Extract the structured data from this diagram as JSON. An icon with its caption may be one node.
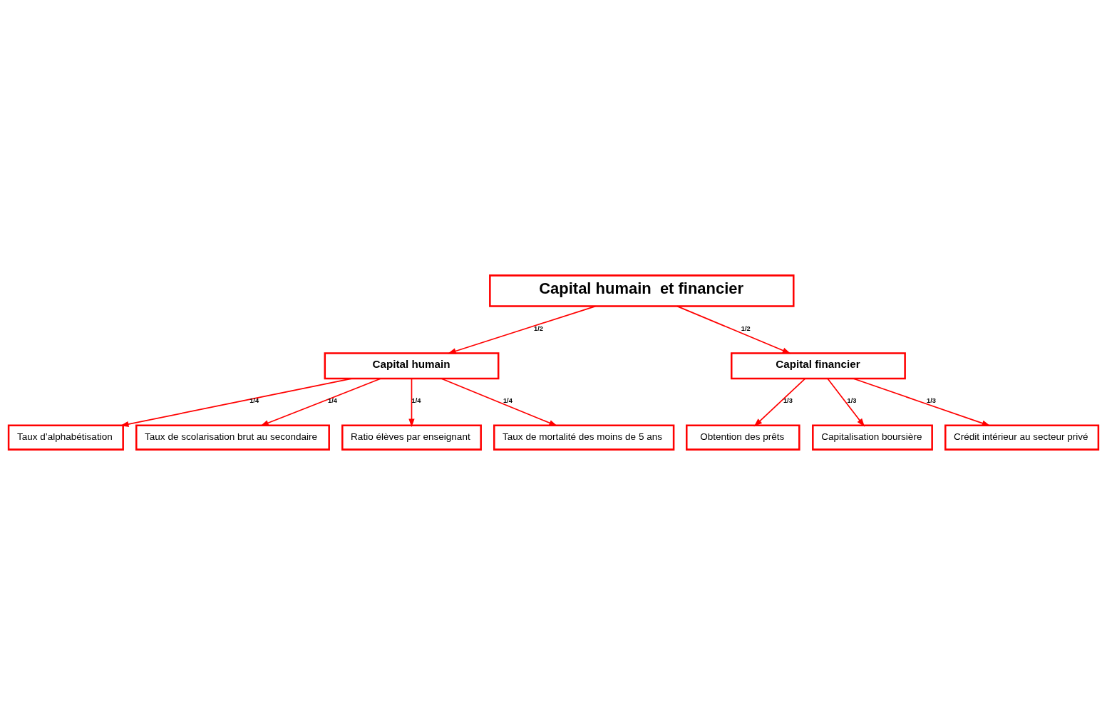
{
  "diagram": {
    "nodes": [
      {
        "text": [
          "Capital humain  et financier"
        ]
      },
      {
        "text": [
          "Capital humain"
        ]
      },
      {
        "text": [
          "Capital financier"
        ]
      },
      {
        "text": [
          "Taux d’alphabétisation"
        ]
      },
      {
        "text": [
          "Taux de scolarisation brut au secondaire"
        ]
      },
      {
        "text": [
          "Ratio élèves par enseignant"
        ]
      },
      {
        "text": [
          "Taux de mortalité des moins de 5 ans"
        ]
      },
      {
        "text": [
          "Obtention des prêts"
        ]
      },
      {
        "text": [
          "Capitalisation boursière"
        ]
      },
      {
        "text": [
          "Crédit intérieur au secteur privé"
        ]
      }
    ],
    "edges": [
      {
        "from": 0,
        "to": 1,
        "arrow": "to",
        "label": "1/2"
      },
      {
        "from": 0,
        "to": 2,
        "arrow": "to",
        "label": "1/2"
      },
      {
        "from": 1,
        "to": 3,
        "arrow": "to",
        "label": "1/4"
      },
      {
        "from": 1,
        "to": 4,
        "arrow": "to",
        "label": "1/4"
      },
      {
        "from": 1,
        "to": 5,
        "arrow": "to",
        "label": "1/4"
      },
      {
        "from": 1,
        "to": 6,
        "arrow": "to",
        "label": "1/4"
      },
      {
        "from": 2,
        "to": 7,
        "arrow": "to",
        "label": "1/3"
      },
      {
        "from": 2,
        "to": 8,
        "arrow": "to",
        "label": "1/3"
      },
      {
        "from": 2,
        "to": 9,
        "arrow": "to",
        "label": "1/3"
      }
    ]
  }
}
